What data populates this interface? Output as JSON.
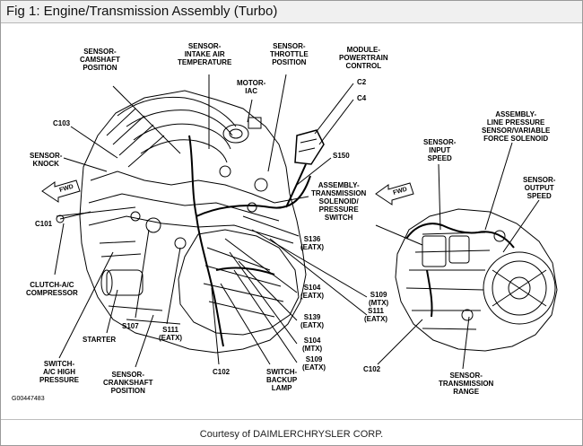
{
  "figure": {
    "title": "Fig 1: Engine/Transmission Assembly (Turbo)",
    "figure_id": "G00447483",
    "credit": "Courtesy of DAIMLERCHRYSLER CORP.",
    "fwd_arrow_text": "FWD"
  },
  "labels": {
    "sensor_camshaft": [
      "SENSOR-",
      "CAMSHAFT",
      "POSITION"
    ],
    "sensor_intake": [
      "SENSOR-",
      "INTAKE AIR",
      "TEMPERATURE"
    ],
    "sensor_throttle": [
      "SENSOR-",
      "THROTTLE",
      "POSITION"
    ],
    "module_pcm": [
      "MODULE-",
      "POWERTRAIN",
      "CONTROL"
    ],
    "motor_iac": [
      "MOTOR-",
      "IAC"
    ],
    "c2": [
      "C2"
    ],
    "c4": [
      "C4"
    ],
    "c103": [
      "C103"
    ],
    "sensor_knock": [
      "SENSOR-",
      "KNOCK"
    ],
    "c101": [
      "C101"
    ],
    "s150": [
      "S150"
    ],
    "assembly_solenoid": [
      "ASSEMBLY-",
      "TRANSMISSION",
      "SOLENOID/",
      "PRESSURE",
      "SWITCH"
    ],
    "s136": [
      "S136",
      "(EATX)"
    ],
    "clutch_ac": [
      "CLUTCH-A/C",
      "COMPRESSOR"
    ],
    "s104_eatx": [
      "S104",
      "(EATX)"
    ],
    "s109_mtx": [
      "S109",
      "(MTX)"
    ],
    "s111_eatx_right": [
      "S111",
      "(EATX)"
    ],
    "s139": [
      "S139",
      "(EATX)"
    ],
    "s104_mtx": [
      "S104",
      "(MTX)"
    ],
    "s109_eatx": [
      "S109",
      "(EATX)"
    ],
    "starter": [
      "STARTER"
    ],
    "s107": [
      "S107"
    ],
    "s111_eatx_left": [
      "S111",
      "(EATX)"
    ],
    "switch_ac": [
      "SWITCH-",
      "A/C HIGH",
      "PRESSURE"
    ],
    "sensor_crank": [
      "SENSOR-",
      "CRANKSHAFT",
      "POSITION"
    ],
    "c102_left": [
      "C102"
    ],
    "switch_backup": [
      "SWITCH-",
      "BACKUP",
      "LAMP"
    ],
    "c102_right": [
      "C102"
    ],
    "sensor_input": [
      "SENSOR-",
      "INPUT",
      "SPEED"
    ],
    "line_pressure": [
      "ASSEMBLY-",
      "LINE PRESSURE",
      "SENSOR/VARIABLE",
      "FORCE SOLENOID"
    ],
    "sensor_output": [
      "SENSOR-",
      "OUTPUT",
      "SPEED"
    ],
    "sensor_range": [
      "SENSOR-",
      "TRANSMISSION",
      "RANGE"
    ]
  },
  "colors": {
    "ink": "#000000",
    "title_bar": "#f0f0f0",
    "background": "#ffffff"
  }
}
